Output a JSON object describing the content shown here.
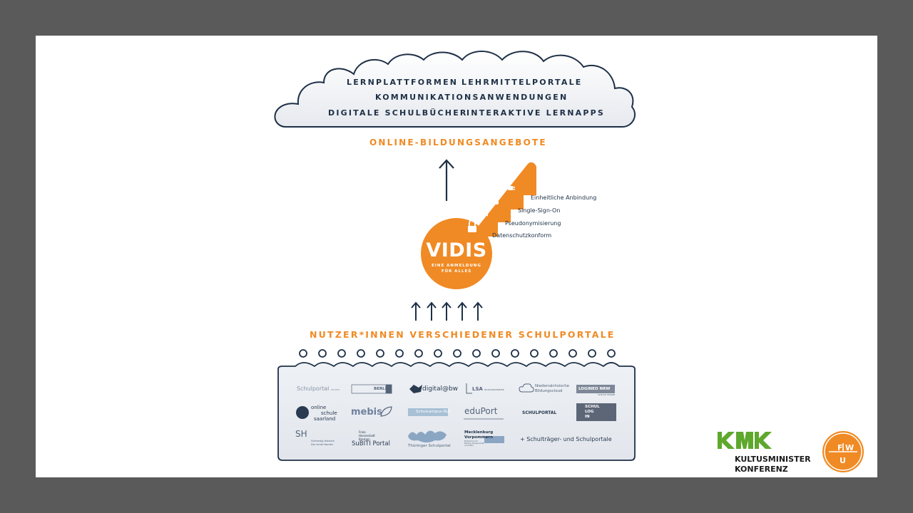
{
  "cloud": {
    "row1_left": "LERNPLATTFORMEN",
    "row1_right": "LEHRMITTELPORTALE",
    "row2": "KOMMUNIKATIONSANWENDUNGEN",
    "row3_left": "DIGITALE SCHULBÜCHER",
    "row3_right": "INTERAKTIVE LERNAPPS"
  },
  "heading_top": "ONLINE-BILDUNGSANGEBOTE",
  "heading_bottom": "NUTZER*INNEN VERSCHIEDENER SCHULPORTALE",
  "key": {
    "title": "VIDIS",
    "subtitle_line1": "EINE ANMELDUNG",
    "subtitle_line2": "FÜR ALLES",
    "features": [
      "Einheitliche Anbindung",
      "Single-Sign-On",
      "Pseudonymisierung",
      "Datenschutzkonform"
    ]
  },
  "portals": {
    "schulportal_hessen": "Schulportal",
    "schulportal_hessen_small": "HESSEN",
    "berlin": "BERLIN",
    "digital_bw": "digital@bw",
    "lsa": "LSA",
    "lsa_small": "BILDUNGSSERVER",
    "nds_line1": "Niedersächsische",
    "nds_line2": "Bildungscloud",
    "logineo": "LOGINEO NRW",
    "logineo_small": "SCHULE ONLINE",
    "online_line1": "online",
    "online_line2": "schule",
    "online_line3": "saarland",
    "mebis": "mebis",
    "schulcampus": "Schulcampus RLP",
    "eduport": "eduPort",
    "schulportal_sn": "SCHULPORTAL",
    "schullogin_line1": "SCHUL",
    "schullogin_line2": "LOG",
    "schullogin_line3": "IN",
    "sh": "SH",
    "sh_line1": "Schleswig-Holstein",
    "sh_line2": "Der echte Norden",
    "subiti_line1": "Freie",
    "subiti_line2": "Hansestadt",
    "subiti_line3": "Bremen",
    "subiti": "SuBITI Portal",
    "thueringen": "Thüringer Schulportal",
    "mv_line1": "Mecklenburg",
    "mv_line2": "Vorpommern",
    "mv_small": "Ministerium für Bildung, Wissenschaft und Kultur",
    "more": "+ Schulträger- und Schulportale"
  },
  "kmk": {
    "line1": "KULTUSMINISTER",
    "line2": "KONFERENZ"
  },
  "fwu": {
    "f": "F",
    "w": "W",
    "u": "U"
  },
  "colors": {
    "orange": "#f08a24",
    "navy": "#1e3047",
    "kmk_green": "#5fa82e"
  }
}
